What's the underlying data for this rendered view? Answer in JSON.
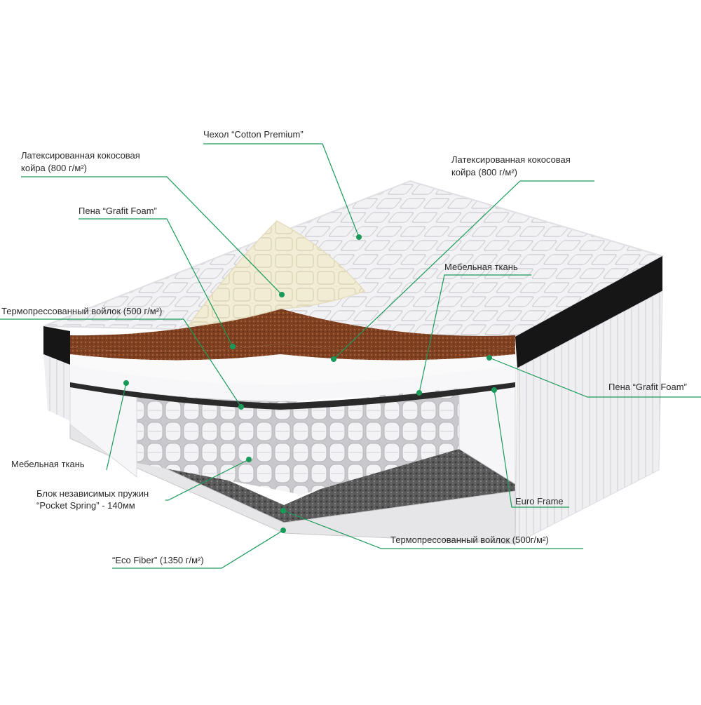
{
  "colors": {
    "leader": "#1a9a5a",
    "coir": "#8a4a26",
    "latex_cream": "#f3eed8",
    "cover_white": "#f4f4f6",
    "cover_shadow": "#d9d9de",
    "border_black": "#151515",
    "felt": "#4a4a4a",
    "spring": "#eeeeef"
  },
  "labels": {
    "cover": "Чехол “Cotton Premium”",
    "coir_left_1": "Латексированная кокосовая",
    "coir_left_2": "койра (800 г/м²)",
    "coir_right_1": "Латексированная кокосовая",
    "coir_right_2": "койра (800 г/м²)",
    "foam_left": "Пена “Grafit Foam”",
    "fabric_right": "Мебельная ткань",
    "felt_left": "Термопрессованный войлок (500 г/м²)",
    "foam_right": "Пена “Grafit Foam”",
    "fabric_left": "Мебельная ткань",
    "spring_1": "Блок независимых пружин",
    "spring_2": "“Pocket Spring” - 140мм",
    "euro_frame": "Euro Frame",
    "felt_bottom": "Термопрессованный войлок (500г/м²)",
    "eco_fiber": "“Eco Fiber” (1350 г/м²)"
  }
}
